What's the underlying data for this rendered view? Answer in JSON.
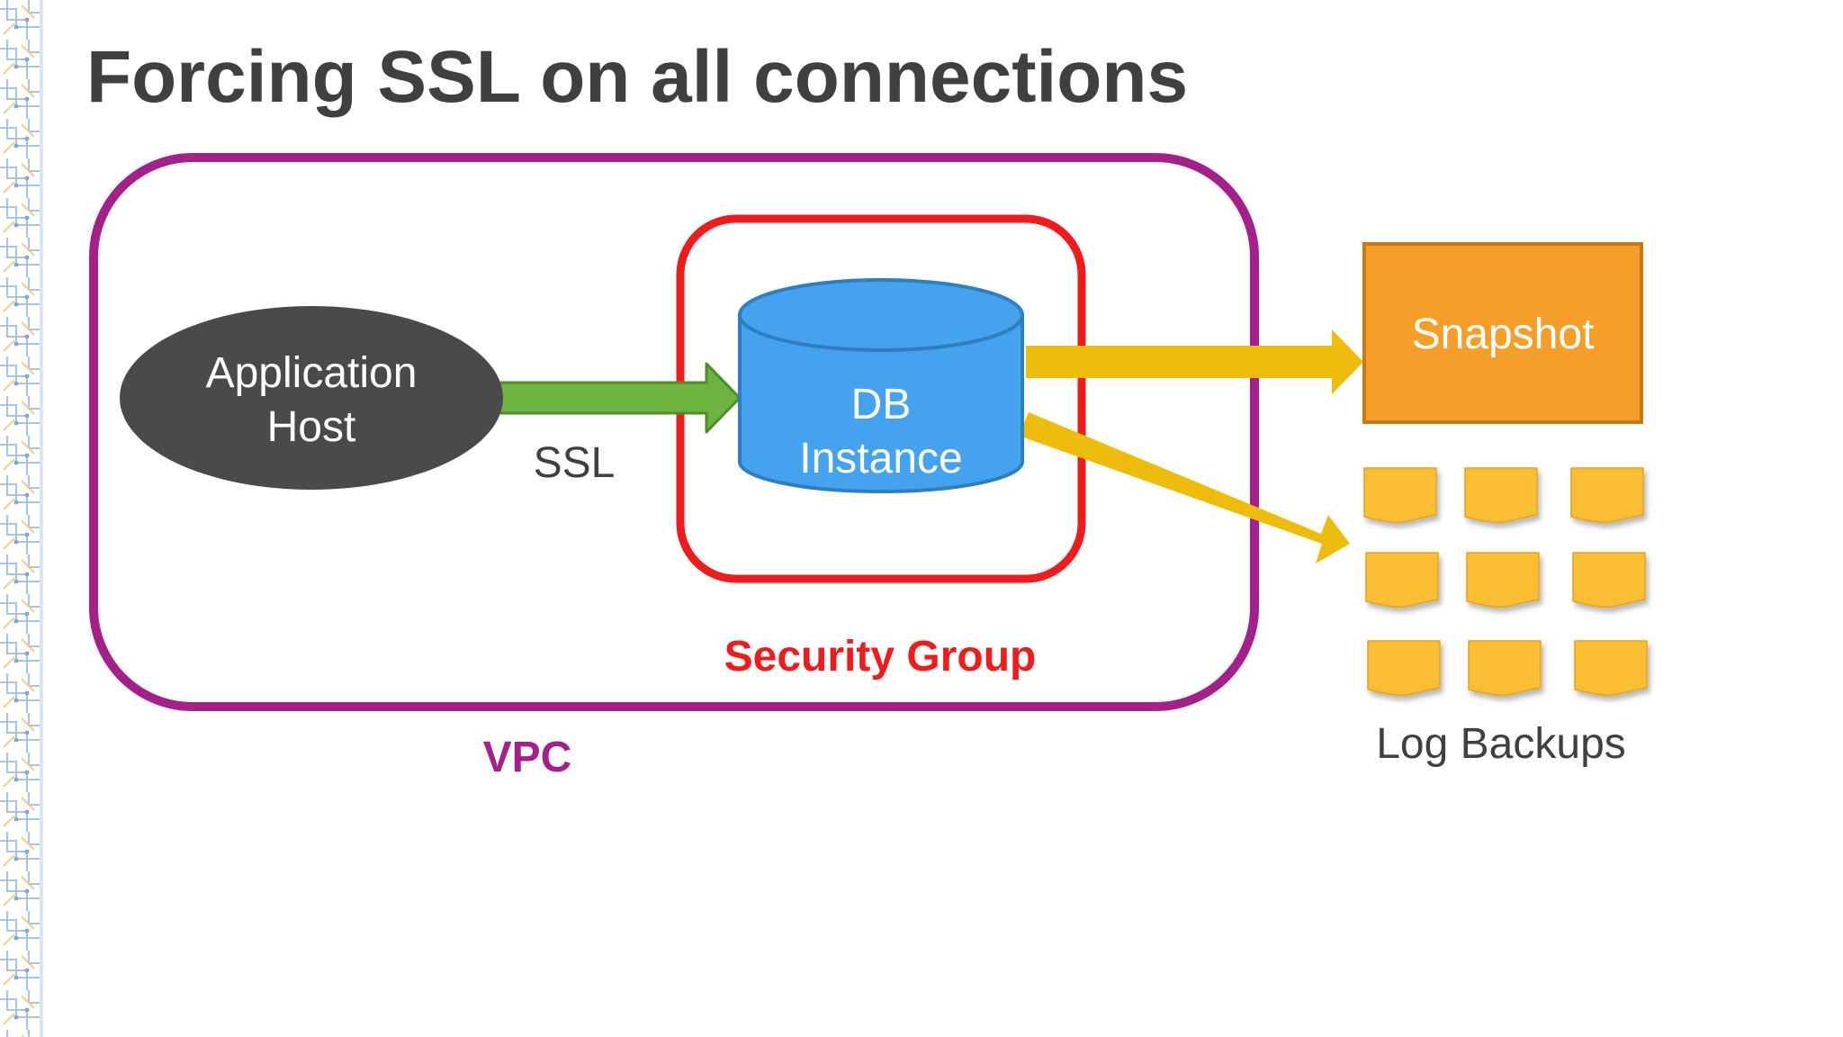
{
  "title": "Forcing SSL on all connections",
  "vpc": {
    "label": "VPC",
    "color": "#A4218B"
  },
  "security_group": {
    "label": "Security Group",
    "color": "#EE1C1C"
  },
  "app_host": {
    "line1": "Application",
    "line2": "Host",
    "color": "#4A4A4C"
  },
  "ssl_link": {
    "label": "SSL",
    "color": "#6DB33F"
  },
  "db_instance": {
    "line1": "DB",
    "line2": "Instance",
    "color": "#45A2EE"
  },
  "snapshot": {
    "label": "Snapshot",
    "color": "#F59F2A"
  },
  "log_backups": {
    "label": "Log Backups",
    "count": 9,
    "color": "#F9BE33"
  },
  "arrow_color": "#EEBC0C"
}
